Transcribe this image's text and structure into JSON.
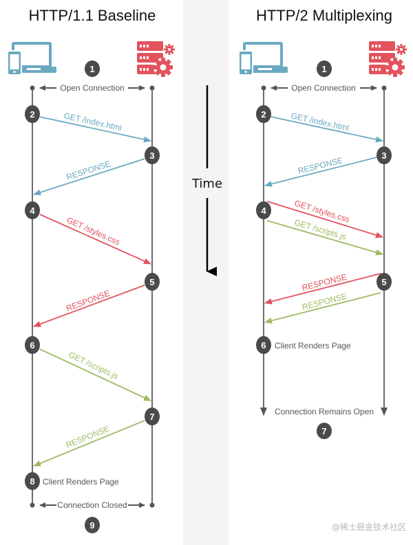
{
  "colors": {
    "blue": "#6aa9c1",
    "red": "#e2535d",
    "green": "#9dbb62",
    "step_circle": "#4a4a4a",
    "lifeline": "#6b6b6b",
    "time_strip": "#f4f4f4",
    "client_icon": "#6aa9c1",
    "server_icon": "#e2535d"
  },
  "time_axis": {
    "label": "Time"
  },
  "http1": {
    "title": "HTTP/1.1 Baseline",
    "client_icon": "client-devices-icon",
    "server_icon": "server-gear-icon",
    "open_label": "Open Connection",
    "close_label": "Connection Closed",
    "render_label": "Client Renders Page",
    "steps": [
      "1",
      "2",
      "3",
      "4",
      "5",
      "6",
      "7",
      "8",
      "9"
    ],
    "messages": [
      {
        "label": "GET /index.html",
        "color": "blue",
        "direction": "client-to-server"
      },
      {
        "label": "RESPONSE",
        "color": "blue",
        "direction": "server-to-client"
      },
      {
        "label": "GET /styles.css",
        "color": "red",
        "direction": "client-to-server"
      },
      {
        "label": "RESPONSE",
        "color": "red",
        "direction": "server-to-client"
      },
      {
        "label": "GET /scripts.js",
        "color": "green",
        "direction": "client-to-server"
      },
      {
        "label": "RESPONSE",
        "color": "green",
        "direction": "server-to-client"
      }
    ]
  },
  "http2": {
    "title": "HTTP/2 Multiplexing",
    "client_icon": "client-devices-icon",
    "server_icon": "server-gear-icon",
    "open_label": "Open Connection",
    "remains_label": "Connection Remains Open",
    "render_label": "Client Renders Page",
    "steps": [
      "1",
      "2",
      "3",
      "4",
      "5",
      "6",
      "7"
    ],
    "messages": [
      {
        "label": "GET /index.html",
        "color": "blue",
        "direction": "client-to-server"
      },
      {
        "label": "RESPONSE",
        "color": "blue",
        "direction": "server-to-client"
      },
      {
        "label": "GET /styles.css",
        "color": "red",
        "direction": "client-to-server"
      },
      {
        "label": "GET /scripts.js",
        "color": "green",
        "direction": "client-to-server"
      },
      {
        "label": "RESPONSE",
        "color": "red",
        "direction": "server-to-client"
      },
      {
        "label": "RESPONSE",
        "color": "green",
        "direction": "server-to-client"
      }
    ]
  },
  "watermark": "@稀土掘金技术社区"
}
